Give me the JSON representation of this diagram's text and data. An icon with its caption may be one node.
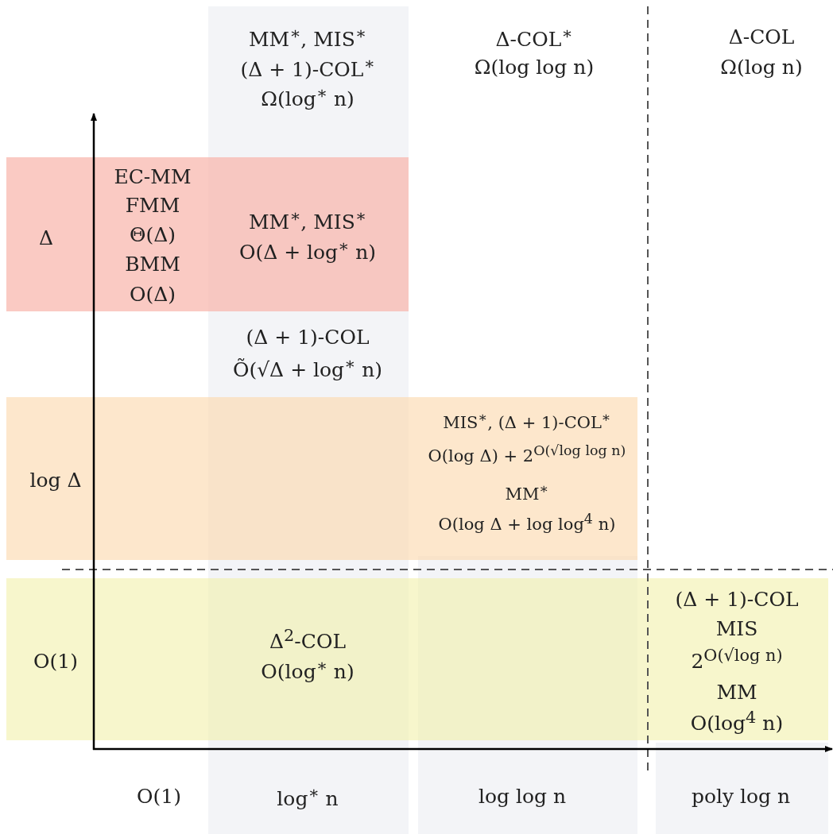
{
  "diagram": {
    "nodes": [
      {
        "text": [
          "Δ",
          "EC-MM",
          "FMM",
          "Θ(Δ)",
          "BMM",
          "O(Δ)",
          "MM$^{∗}$, MIS$^{∗}$",
          "O(Δ + log$^{∗}$ n)"
        ]
      },
      {
        "text": [
          "log Δ",
          "MIS$^{∗}$, (Δ + 1)-COL$^{∗}$",
          "O(log Δ) + 2$^{O(√log log n)}$",
          "MM$^{∗}$",
          "O(log Δ + log log$^{4}$ n)"
        ]
      },
      {
        "text": [
          "O(1)",
          "Δ$^{2}$-COL",
          "O(log$^{∗}$ n)",
          "(Δ + 1)-COL",
          "MIS",
          "2$^{O(√log n)}$",
          "MM",
          "O(log$^{4}$ n)"
        ]
      }
    ],
    "labels": [
      "MM$^{∗}$, MIS$^{∗}$",
      "Δ-COL$^{∗}$",
      "Δ-COL",
      "(Δ + 1)-COL$^{∗}$",
      "Ω(log log n)",
      "Ω(log n)",
      "Ω(log$^{∗}$ n)",
      "(Δ + 1)-COL",
      "Õ(√Δ + log$^{∗}$ n)",
      "O(1)",
      "log$^{∗}$ n",
      "log log n",
      "poly log n"
    ]
  }
}
